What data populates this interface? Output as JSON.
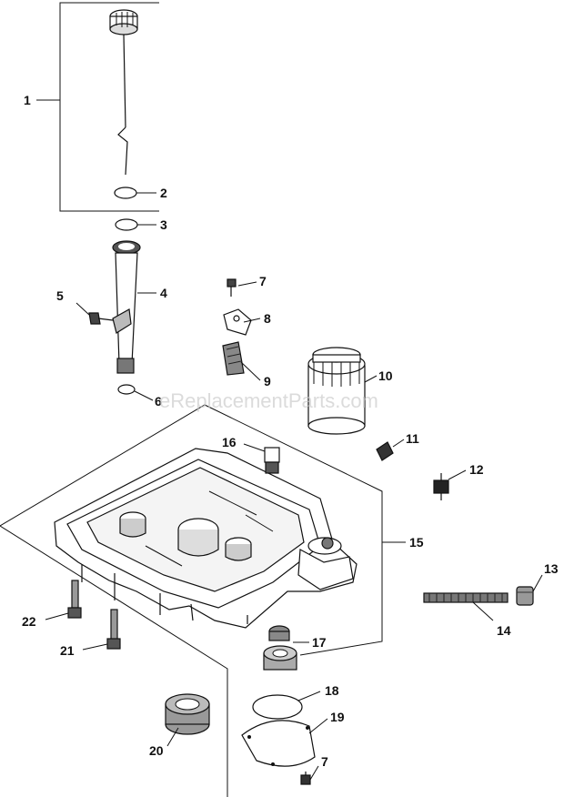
{
  "watermark": "eReplacementParts.com",
  "callouts": {
    "c1": "1",
    "c2": "2",
    "c3": "3",
    "c4": "4",
    "c5": "5",
    "c6": "6",
    "c7a": "7",
    "c7b": "7",
    "c8": "8",
    "c9": "9",
    "c10": "10",
    "c11": "11",
    "c12": "12",
    "c13": "13",
    "c14": "14",
    "c15": "15",
    "c16": "16",
    "c17": "17",
    "c18": "18",
    "c19": "19",
    "c20": "20",
    "c21": "21",
    "c22": "22"
  },
  "colors": {
    "line": "#111111",
    "part_fill": "#ffffff",
    "shade": "#9a9a9a",
    "watermark": "#c9c9c9"
  }
}
